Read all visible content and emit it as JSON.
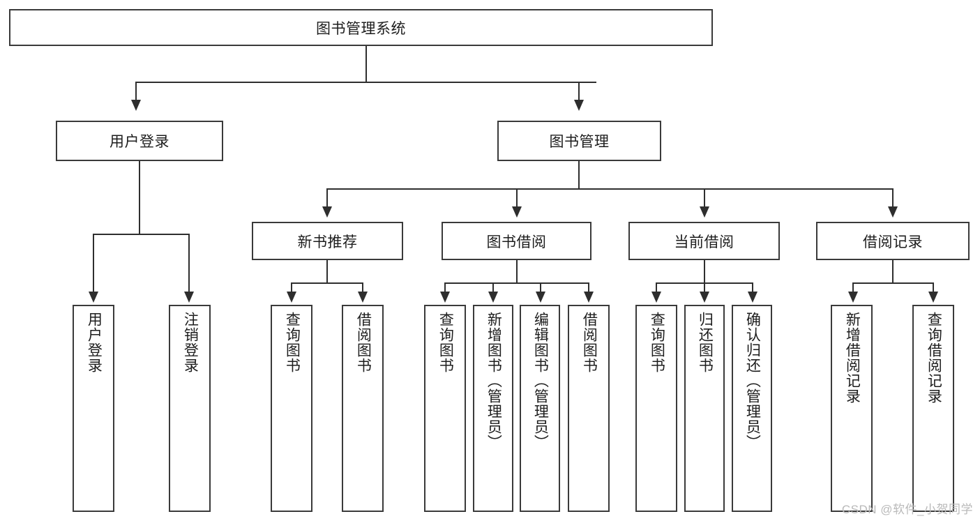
{
  "diagram": {
    "type": "tree-hierarchy-chart",
    "title": "图书管理系统",
    "root": {
      "id": "root",
      "label": "图书管理系统"
    },
    "level2": [
      {
        "id": "user-login",
        "label": "用户登录"
      },
      {
        "id": "book-manage",
        "label": "图书管理"
      }
    ],
    "level3": [
      {
        "id": "new-book-rec",
        "label": "新书推荐"
      },
      {
        "id": "book-borrow",
        "label": "图书借阅"
      },
      {
        "id": "current-borrow",
        "label": "当前借阅"
      },
      {
        "id": "borrow-record",
        "label": "借阅记录"
      }
    ],
    "leaves": {
      "user_login": [
        {
          "id": "leaf-user-login",
          "label": "用户登录"
        },
        {
          "id": "leaf-logout",
          "label": "注销登录"
        }
      ],
      "new_book_rec": [
        {
          "id": "leaf-query-book-1",
          "label": "查询图书"
        },
        {
          "id": "leaf-borrow-book-1",
          "label": "借阅图书"
        }
      ],
      "book_borrow": [
        {
          "id": "leaf-query-book-2",
          "label": "查询图书"
        },
        {
          "id": "leaf-add-book",
          "label": "新增图书（管理员）"
        },
        {
          "id": "leaf-edit-book",
          "label": "编辑图书（管理员）"
        },
        {
          "id": "leaf-borrow-book-2",
          "label": "借阅图书"
        }
      ],
      "current_borrow": [
        {
          "id": "leaf-query-book-3",
          "label": "查询图书"
        },
        {
          "id": "leaf-return-book",
          "label": "归还图书"
        },
        {
          "id": "leaf-confirm-return",
          "label": "确认归还（管理员）"
        }
      ],
      "borrow_record": [
        {
          "id": "leaf-add-record",
          "label": "新增借阅记录"
        },
        {
          "id": "leaf-query-record",
          "label": "查询借阅记录"
        }
      ]
    }
  },
  "watermark": {
    "text": "CSDN @软件_小贺同学"
  },
  "colors": {
    "border": "#3a3a3a",
    "link": "#2e2e2e",
    "text": "#1d1d1d",
    "background": "#ffffff",
    "watermark": "#b9b9b9"
  }
}
